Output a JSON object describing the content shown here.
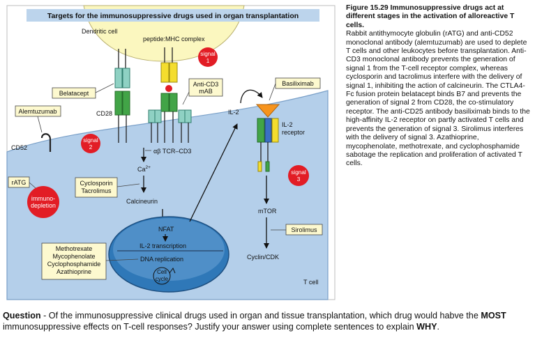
{
  "diagram": {
    "title": "Targets for the immunosuppressive drugs used in organ transplantation",
    "dendritic_cell": "Dendritic cell",
    "peptide_mhc": "peptide:MHC complex",
    "signal1": [
      "signal",
      "1"
    ],
    "signal2": [
      "signal",
      "2"
    ],
    "signal3": [
      "signal",
      "3"
    ],
    "belatacept": "Belatacept",
    "alemtuzumab": "Alemtuzumab",
    "cd28": "CD28",
    "cd52": "CD52",
    "ratg": "rATG",
    "immuno_depletion": [
      "immuno-",
      "depletion"
    ],
    "anti_cd3": [
      "Anti-CD3",
      "mAB"
    ],
    "tcr_cd3": "αβ TCR–CD3",
    "ca2": "Ca",
    "ca2_sup": "2+",
    "cyclosporin": [
      "Cyclosporin",
      "Tacrolimus"
    ],
    "calcineurin": "Calcineurin",
    "nfat": "NFAT",
    "il2_transcription": "IL-2 transcription",
    "dna_replication": "DNA replication",
    "cell_cycle": [
      "Cell",
      "cycle"
    ],
    "methotrexate": [
      "Methotrexate",
      "Mycophenolate",
      "Cyclophosphamide",
      "Azathioprine"
    ],
    "il2": "IL-2",
    "basiliximab": "Basiliximab",
    "il2_receptor": [
      "IL-2",
      "receptor"
    ],
    "mtor": "mTOR",
    "sirolimus": "Sirolimus",
    "cyclin_cdk": "Cyclin/CDK",
    "t_cell": "T cell"
  },
  "caption": {
    "figure_title": "Figure 15.29 Immunosuppressive drugs act at different stages in the activation of alloreactive T cells.",
    "text": "Rabbit antithymocyte globulin (rATG) and anti-CD52 monoclonal antibody (alemtuzumab) are used to deplete T cells and other leukocytes before transplantation. Anti-CD3 monoclonal antibody prevents the generation of signal 1 from the T-cell receptor complex, whereas cyclosporin and tacrolimus interfere with the delivery of signal 1, inhibiting the action of calcineurin. The CTLA4-Fc fusion protein belatacept binds B7 and prevents the generation of signal 2 from CD28, the co-stimulatory receptor. The anti-CD25 antibody basiliximab binds to the high-affinity IL-2 receptor on partly activated T cells and prevents the generation of signal 3. Sirolimus interferes with the delivery of signal 3. Azathioprine, mycophenolate, methotrexate, and cyclophosphamide sabotage the replication and proliferation of activated T cells."
  },
  "question": {
    "prefix": "Question",
    "text_1": " - Of the immunosuppressive clinical drugs used in organ and tissue transplantation, which drug would habve the ",
    "most": "MOST",
    "text_2": " immunosuppressive effects on T-cell responses? Justify your answer using complete sentences to explain ",
    "why": "WHY",
    "end": "."
  },
  "colors": {
    "t_cell_fill": "#b4cfea",
    "dendritic_fill": "#fbf7bf",
    "signal_red": "#e21d25",
    "label_box": "#fdf9cf",
    "receptor_green": "#42a447",
    "receptor_teal": "#8fd1c3",
    "mhc_yellow": "#f4dd2e"
  }
}
